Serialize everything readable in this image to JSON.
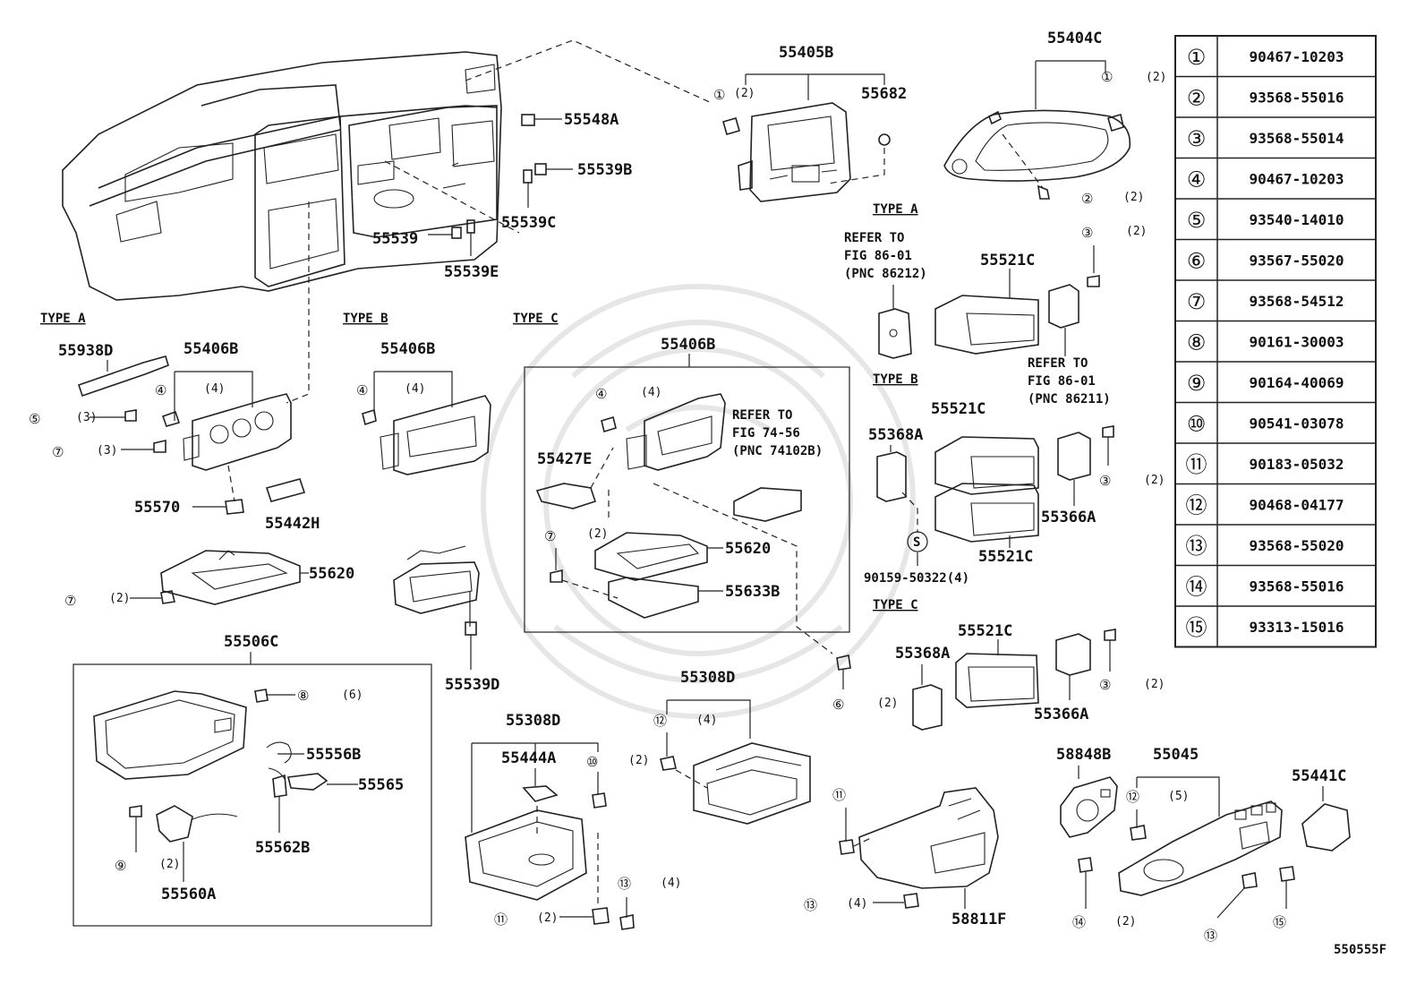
{
  "labels": {
    "l_55405B": "55405B",
    "l_55682": "55682",
    "l_55404C": "55404C",
    "l_55548A": "55548A",
    "l_55539B": "55539B",
    "l_55539C": "55539C",
    "l_55539": "55539",
    "l_55539E": "55539E",
    "l_55938D": "55938D",
    "l_55406B_a": "55406B",
    "l_55406B_b": "55406B",
    "l_55406B_c": "55406B",
    "l_55570": "55570",
    "l_55442H": "55442H",
    "l_55620_a": "55620",
    "l_55620_c": "55620",
    "l_55427E": "55427E",
    "l_55633B": "55633B",
    "l_55539D": "55539D",
    "l_55506C": "55506C",
    "l_55556B": "55556B",
    "l_55565": "55565",
    "l_55562B": "55562B",
    "l_55560A": "55560A",
    "l_55308D_a": "55308D",
    "l_55444A": "55444A",
    "l_55308D_b": "55308D",
    "l_58811F": "58811F",
    "l_58848B": "58848B",
    "l_55045": "55045",
    "l_55441C": "55441C",
    "l_55521C_a": "55521C",
    "l_55521C_b": "55521C",
    "l_55521C_c": "55521C",
    "l_55521C_d": "55521C",
    "l_55368A_b": "55368A",
    "l_55368A_c": "55368A",
    "l_55366A_b": "55366A",
    "l_55366A_c": "55366A",
    "l_90159": "90159-50322(4)",
    "l_S": "S",
    "ref_a1": "REFER TO",
    "ref_a2": "FIG 86-01",
    "ref_a3": "(PNC 86212)",
    "ref_b1": "REFER TO",
    "ref_b2": "FIG 86-01",
    "ref_b3": "(PNC 86211)",
    "ref_c1": "REFER TO",
    "ref_c2": "FIG 74-56",
    "ref_c3": "(PNC 74102B)",
    "type_a_left": "TYPE A",
    "type_b_left": "TYPE B",
    "type_c_left": "TYPE C",
    "type_a_right": "TYPE A",
    "type_b_right": "TYPE B",
    "type_c_right": "TYPE C",
    "figure_code": "550555F"
  },
  "callouts": {
    "c1a": "①",
    "c1a_q": "(2)",
    "c1b": "①",
    "c1b_q": "(2)",
    "c2": "②",
    "c2_q": "(2)",
    "c3a": "③",
    "c3a_q": "(2)",
    "c3b": "③",
    "c3b_q": "(2)",
    "c3c": "③",
    "c3c_q": "(2)",
    "c4a": "④",
    "c4a_q": "(4)",
    "c4b": "④",
    "c4b_q": "(4)",
    "c4c": "④",
    "c4c_q": "(4)",
    "c5": "⑤",
    "c5_q": "(3)",
    "c6": "⑥",
    "c6_q": "(2)",
    "c7a": "⑦",
    "c7a_q": "(3)",
    "c7b": "⑦",
    "c7b_q": "(2)",
    "c7c": "⑦",
    "c7c_q": "(2)",
    "c8": "⑧",
    "c8_q": "(6)",
    "c9": "⑨",
    "c9_q": "(2)",
    "c10": "⑩",
    "c10_q": "(2)",
    "c11a": "⑪",
    "c11a_q": "(2)",
    "c11b": "⑪",
    "c12a": "⑫",
    "c12a_q": "(4)",
    "c12b": "⑫",
    "c12b_q": "(5)",
    "c13a": "⑬",
    "c13a_q": "(4)",
    "c13b": "⑬",
    "c13b_q": "(4)",
    "c13c": "⑬",
    "c14": "⑭",
    "c14_q": "(2)",
    "c15": "⑮"
  },
  "parts_table": [
    {
      "ref": "①",
      "part": "90467-10203"
    },
    {
      "ref": "②",
      "part": "93568-55016"
    },
    {
      "ref": "③",
      "part": "93568-55014"
    },
    {
      "ref": "④",
      "part": "90467-10203"
    },
    {
      "ref": "⑤",
      "part": "93540-14010"
    },
    {
      "ref": "⑥",
      "part": "93567-55020"
    },
    {
      "ref": "⑦",
      "part": "93568-54512"
    },
    {
      "ref": "⑧",
      "part": "90161-30003"
    },
    {
      "ref": "⑨",
      "part": "90164-40069"
    },
    {
      "ref": "⑩",
      "part": "90541-03078"
    },
    {
      "ref": "⑪",
      "part": "90183-05032"
    },
    {
      "ref": "⑫",
      "part": "90468-04177"
    },
    {
      "ref": "⑬",
      "part": "93568-55020"
    },
    {
      "ref": "⑭",
      "part": "93568-55016"
    },
    {
      "ref": "⑮",
      "part": "93313-15016"
    }
  ]
}
